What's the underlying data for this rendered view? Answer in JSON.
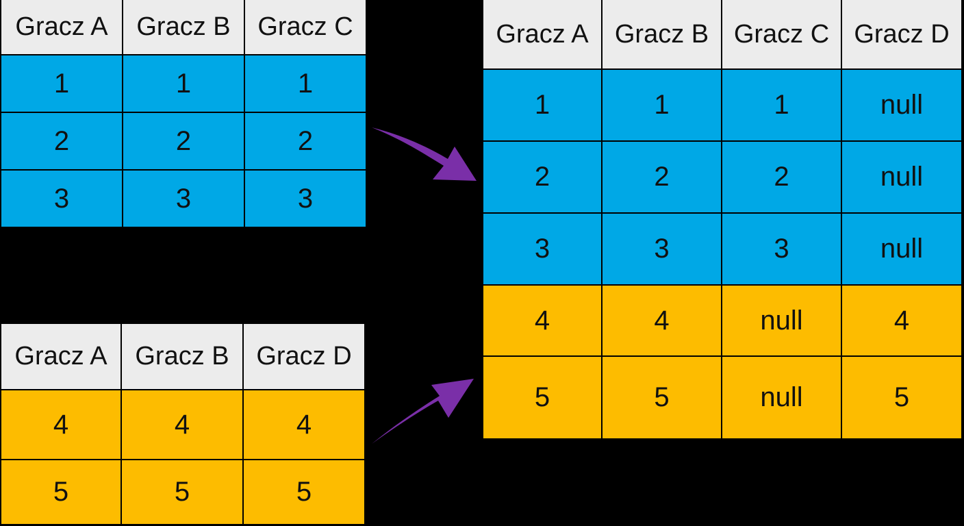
{
  "colors": {
    "background": "#000000",
    "header_fill": "#ececec",
    "blue_fill": "#00a8e6",
    "yellow_fill": "#fdbc00",
    "arrow": "#7a2fa8"
  },
  "table_top": {
    "headers": [
      "Gracz A",
      "Gracz B",
      "Gracz C"
    ],
    "rows": [
      [
        "1",
        "1",
        "1"
      ],
      [
        "2",
        "2",
        "2"
      ],
      [
        "3",
        "3",
        "3"
      ]
    ]
  },
  "table_bottom": {
    "headers": [
      "Gracz A",
      "Gracz B",
      "Gracz D"
    ],
    "rows": [
      [
        "4",
        "4",
        "4"
      ],
      [
        "5",
        "5",
        "5"
      ]
    ]
  },
  "table_result": {
    "headers": [
      "Gracz A",
      "Gracz B",
      "Gracz C",
      "Gracz D"
    ],
    "rows": [
      [
        "1",
        "1",
        "1",
        "null"
      ],
      [
        "2",
        "2",
        "2",
        "null"
      ],
      [
        "3",
        "3",
        "3",
        "null"
      ],
      [
        "4",
        "4",
        "null",
        "4"
      ],
      [
        "5",
        "5",
        "null",
        "5"
      ]
    ],
    "row_colors": [
      "blue",
      "blue",
      "blue",
      "yellow",
      "yellow"
    ]
  }
}
